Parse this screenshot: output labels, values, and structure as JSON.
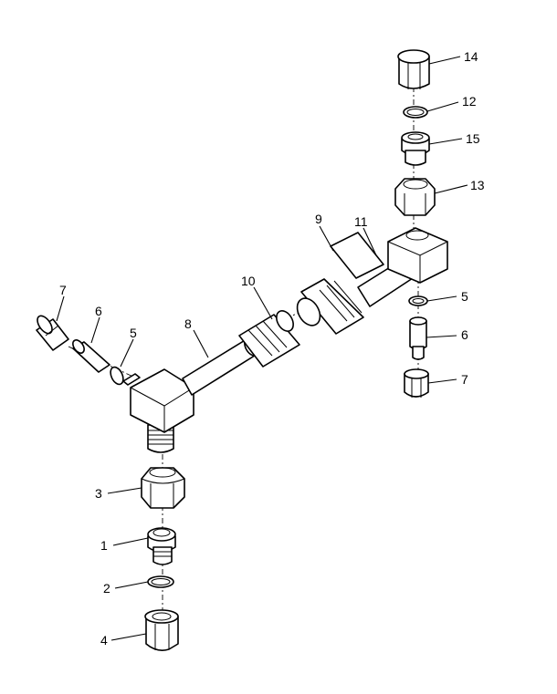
{
  "callouts": {
    "n1": "1",
    "n2": "2",
    "n3": "3",
    "n4": "4",
    "n5_left": "5",
    "n5_right": "5",
    "n6_left": "6",
    "n6_right": "6",
    "n7_left": "7",
    "n7_right": "7",
    "n8": "8",
    "n9": "9",
    "n10": "10",
    "n11": "11",
    "n12": "12",
    "n13": "13",
    "n14": "14",
    "n15": "15"
  },
  "colors": {
    "line": "#000000",
    "background": "#ffffff"
  }
}
